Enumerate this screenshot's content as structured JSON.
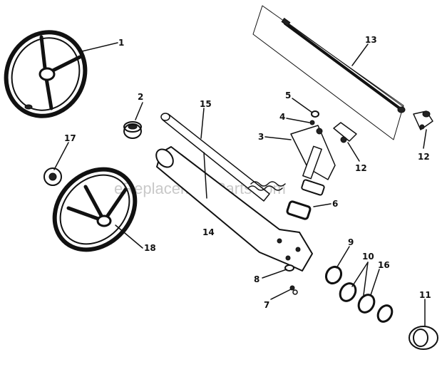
{
  "watermark": "eReplacementParts.com",
  "callouts": {
    "c1": "1",
    "c2": "2",
    "c3": "3",
    "c4": "4",
    "c5": "5",
    "c6": "6",
    "c7": "7",
    "c8": "8",
    "c9": "9",
    "c10": "10",
    "c11": "11",
    "c12a": "12",
    "c12b": "12",
    "c13": "13",
    "c14": "14",
    "c15": "15",
    "c16": "16",
    "c17": "17",
    "c18": "18"
  }
}
